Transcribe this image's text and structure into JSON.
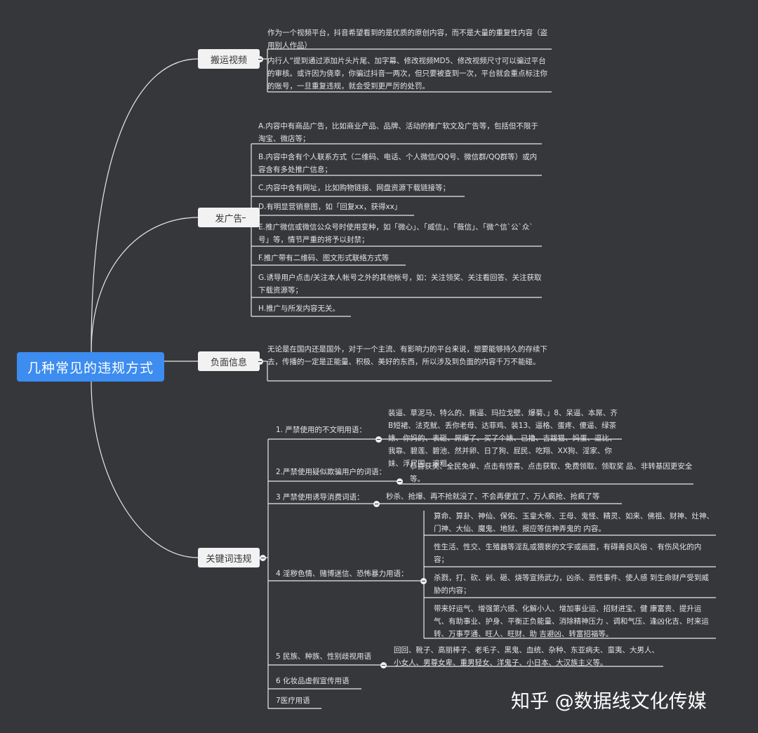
{
  "root": {
    "label": "几种常见的违规方式"
  },
  "branches": {
    "b1": {
      "label": "搬运视频",
      "items": [
        "作为一个视频平台，抖音希望看到的是优质的原创内容，而不是大量的重复性内容（盗用别人作品）",
        "内行人“提到通过添加片头片尾、加字幕、修改视频MD5、修改视频尺寸可以骗过平台的审核。或许因为侥幸，你骗过抖音一两次，但只要被查到一次，平台就会重点标注你的账号，一旦重复违规，就会受到更严厉的处罚。"
      ]
    },
    "b2": {
      "label": "发广告",
      "items": [
        "A.内容中有商品广告，比如商业产品、品牌、活动的推广软文及广告等，包括但不限于淘宝、微店等；",
        "B.内容中含有个人联系方式（二维码、电话、个人微信/QQ号、微信群/QQ群等）或内容含有多处推广信息；",
        "C.内容中含有网址，比如购物链接、网盘资源下载链接等；",
        "D.有明显营销意图，如「回复xx，获得xx」",
        "E.推广微信或微信公众号时使用变种，如「微心」、「威信」、「薇信」、「微^信`公`众`号」等，情节严重的将予以封禁；",
        "F.推广带有二维码、图文形式联络方式等",
        "G.诱导用户点击/关注本人帐号之外的其他帐号，如：关注领奖、关注看回答、关注获取下载资源等；",
        "H.推广与所发内容无关。"
      ]
    },
    "b3": {
      "label": "负面信息",
      "items": [
        "无论是在国内还是国外，对于一个主流、有影响力的平台来说，想要能够持久的存续下去，传播的一定是正能量、积极、美好的东西，所以涉及到负面的内容千万不能碰。"
      ]
    },
    "b4": {
      "label": "关键词违规",
      "subs": [
        {
          "label": "1. 严禁使用的不文明用语：",
          "items": [
            "装逼、草泥马、特么的、撕逼、玛拉戈壁、爆菊、」8、呆逼、本屌、齐B短裙、法克鱿、丢你老母、达菲鸡、装13、逼格、蛋疼、傻逼、绿茶婊、你妈的、表砸、屌爆了、买了个婊、已撸、吉跋猫、妈蛋、逗比、我靠、碧莲、碧池、然并卵、日了狗、屁民、吃翔、XX狗、淫家、你妹、浮尸国、滚粗。"
          ]
        },
        {
          "label": "2.严禁使用疑似欺骗用户的词语：",
          "items": [
            "恭喜获奖、全民免单、点击有惊喜、点击获取、免费领取、领取奖 品、非转基因更安全等。"
          ]
        },
        {
          "label": "3 严禁使用诱导消费词语：",
          "items": [
            "秒杀、抢爆、再不抢就没了、不会再便宜了、万人疯抢、抢疯了等"
          ]
        },
        {
          "label": "4 淫秽色情、赌博迷信、恐怖暴力用语：",
          "items": [
            "算命、算卦、神仙、保佑、玉皇大帝、王母、鬼怪、精灵、如来、佛祖、财神、灶神、门神、大仙、魔鬼、地狱、报应等信神弄鬼的 内容。",
            "性生活、性交、生殖器等淫乱或猥亵的文字或画面，有碍善良风俗 、有伤风化的内容；",
            "杀戮，打、砍、剁、砸、烧等宣扬武力，凶杀、恶性事件、使人感 到生命财产受到威胁的内容；",
            "带来好运气、增强第六感、化解小人、增加事业运、招财进宝、健 康富贵、提升运气、有助事业、护身、平衡正负能量、消除精神压力 、调和气压、逢凶化吉、时来运转、万事亨通、旺人、旺财、助 吉避凶、转富招福等。"
          ]
        },
        {
          "label": "5 民族、种族、性别歧视用语",
          "items": [
            "回回、靴子、高丽棒子、老毛子、黑鬼、血统、杂种、东亚病夫、蛮夷、大男人、小女人、男尊女卑、重男轻女、洋鬼子、小日本、大汉族主义等。"
          ]
        },
        {
          "label": "6 化妆品虚假宣传用语",
          "items": []
        },
        {
          "label": "7医疗用语",
          "items": []
        }
      ]
    }
  },
  "watermark": "知乎 @数据线文化传媒",
  "colors": {
    "background": "#36373b",
    "root": "#3d8cf0",
    "branch": "#f2f2f2",
    "line": "#e8e8e8"
  }
}
